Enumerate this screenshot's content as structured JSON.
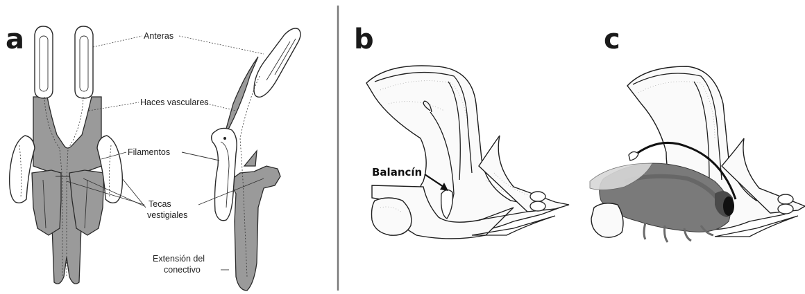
{
  "panels": {
    "a": {
      "letter": "a"
    },
    "b": {
      "letter": "b"
    },
    "c": {
      "letter": "c"
    }
  },
  "labels": {
    "anteras": "Anteras",
    "haces_vasculares": "Haces vasculares",
    "filamentos": "Filamentos",
    "tecas_line1": "Tecas",
    "tecas_line2": "vestigiales",
    "extension_line1": "Extensión del",
    "extension_line2": "conectivo",
    "balancin": "Balancín"
  },
  "colors": {
    "tissue_gray": "#9a9a9a",
    "divider": "#7a7a7a",
    "ink": "#1e1e1e"
  }
}
